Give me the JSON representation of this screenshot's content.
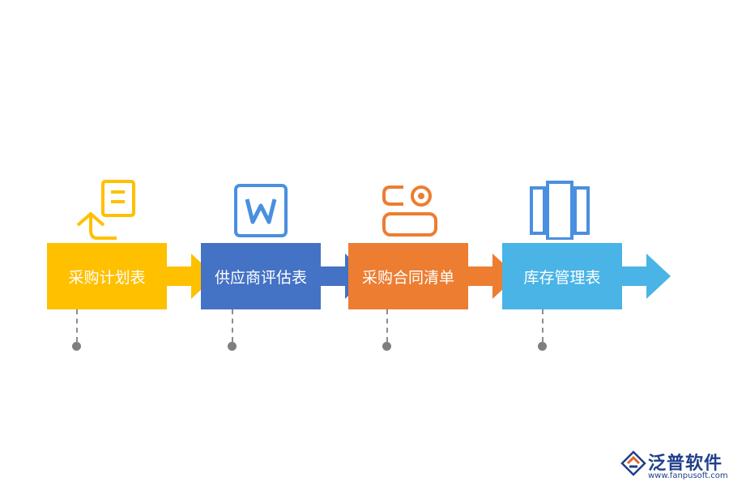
{
  "steps": [
    {
      "label": "采购计划表",
      "color": "#FFC000",
      "icon": "document-return-icon"
    },
    {
      "label": "供应商评估表",
      "color": "#4472C4",
      "icon": "word-document-icon"
    },
    {
      "label": "采购合同清单",
      "color": "#ED7D31",
      "icon": "toggle-card-icon"
    },
    {
      "label": "库存管理表",
      "color": "#4AB4E6",
      "icon": "panels-icon"
    }
  ],
  "logo": {
    "name": "泛普软件",
    "url": "www.fanpusoft.com"
  }
}
